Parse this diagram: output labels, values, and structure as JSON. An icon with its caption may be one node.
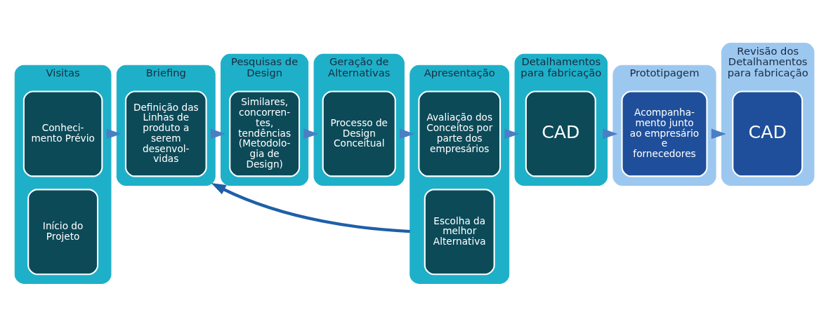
{
  "diagram": {
    "nodes": [
      {
        "text": [
          "Visitas"
        ]
      },
      {
        "text": [
          "Conheci- mento Prévio"
        ],
        "in": 0
      },
      {
        "text": [
          "Início do Projeto"
        ],
        "in": 0
      },
      {
        "text": [
          "Briefing"
        ]
      },
      {
        "text": [
          "Definição das Linhas de produto a serem desenvol- vidas"
        ],
        "in": 3
      },
      {
        "text": [
          "Pesquisas de Design"
        ]
      },
      {
        "text": [
          "Similares, concorren- tes, tendências (Metodolo- gia de Design)"
        ],
        "in": 5
      },
      {
        "text": [
          "Geração de Alternativas"
        ]
      },
      {
        "text": [
          "Processo de Design Conceitual"
        ],
        "in": 7
      },
      {
        "text": [
          "Apresentação"
        ]
      },
      {
        "text": [
          "Avaliação dos Conceitos por parte dos empresários"
        ],
        "in": 9
      },
      {
        "text": [
          "Escolha da melhor Alternativa"
        ],
        "in": 9
      },
      {
        "text": [
          "Detalhamentos para fabricação"
        ]
      },
      {
        "text": [
          "CAD"
        ],
        "in": 12
      },
      {
        "text": [
          "Prototipagem"
        ]
      },
      {
        "text": [
          "Acompanha- mento junto ao empresário e fornecedores"
        ],
        "in": 14
      },
      {
        "text": [
          "Revisão dos Detalhamentos para fabricação"
        ]
      },
      {
        "text": [
          "CAD"
        ],
        "in": 16
      }
    ],
    "edges": [
      {
        "from": 0,
        "to": 3,
        "arrow": "to"
      },
      {
        "from": 3,
        "to": 5,
        "arrow": "to"
      },
      {
        "from": 5,
        "to": 7,
        "arrow": "to"
      },
      {
        "from": 7,
        "to": 9,
        "arrow": "to"
      },
      {
        "from": 9,
        "to": 12,
        "arrow": "to"
      },
      {
        "from": 12,
        "to": 14,
        "arrow": "to"
      },
      {
        "from": 14,
        "to": 16,
        "arrow": "to"
      },
      {
        "from": 9,
        "to": 3,
        "arrow": "to",
        "color": "#1f5fa8"
      }
    ]
  }
}
